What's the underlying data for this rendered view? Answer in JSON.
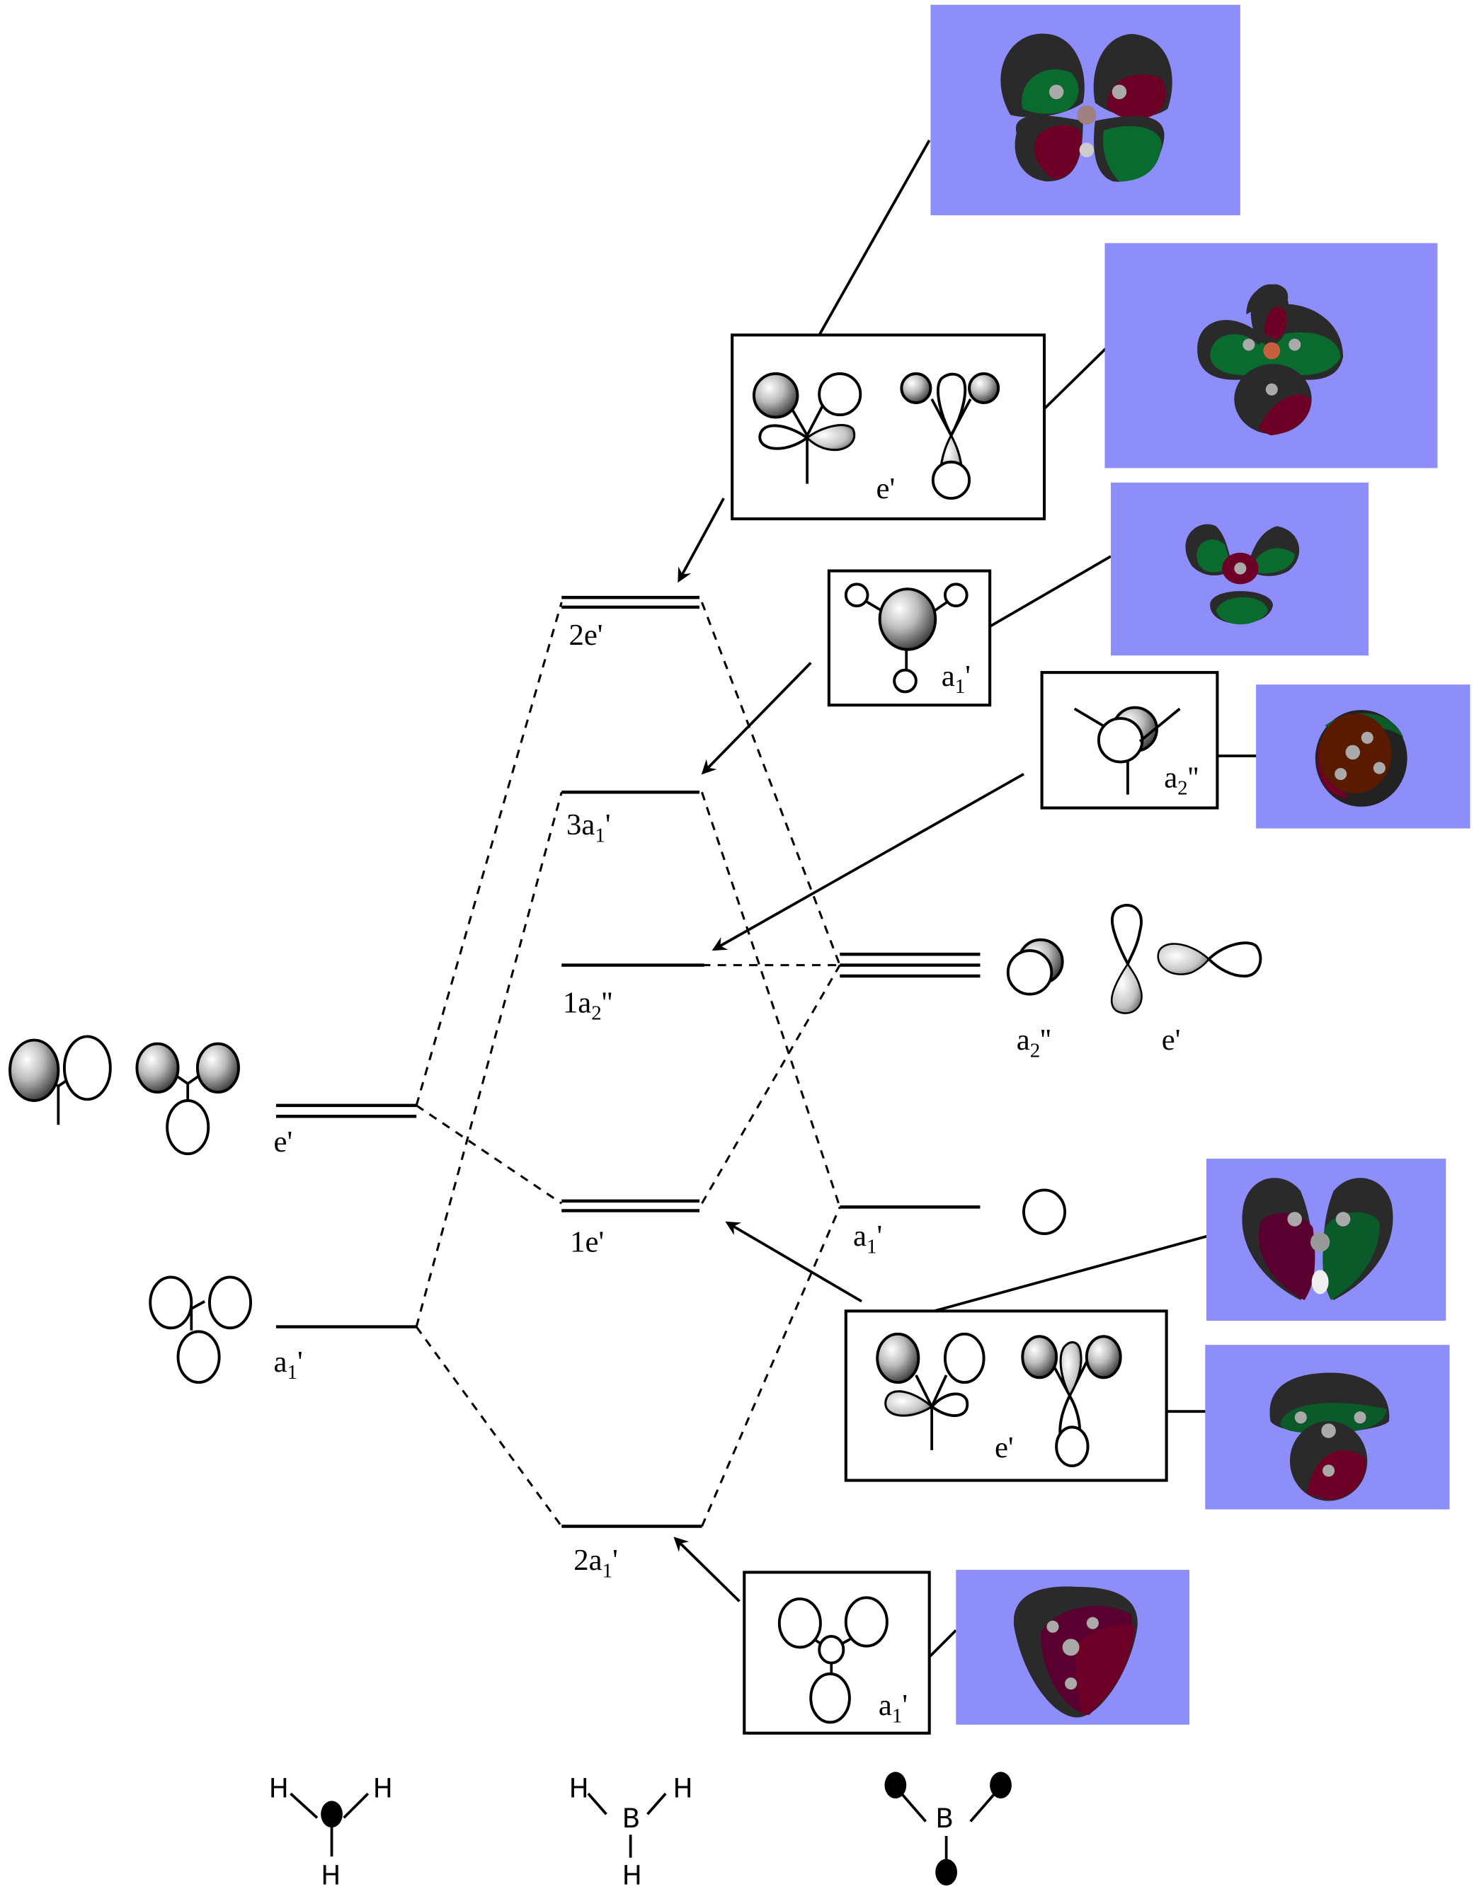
{
  "diagram": {
    "title": "BH3 molecular orbital diagram",
    "colors": {
      "render_background": "#8e8efb",
      "lobe_green": "#0a6b2e",
      "lobe_red": "#6e0028",
      "lobe_dark": "#2a2a2a"
    },
    "left_fragment": {
      "levels": [
        {
          "id": "h3-e",
          "label": "e'",
          "degeneracy": 2
        },
        {
          "id": "h3-a1",
          "label": "a",
          "sub": "1",
          "sup": "'",
          "degeneracy": 1
        }
      ]
    },
    "center_mos": {
      "levels": [
        {
          "id": "mo-2e",
          "label": "2e'",
          "degeneracy": 2
        },
        {
          "id": "mo-3a1",
          "label": "3a",
          "sub": "1",
          "sup": "'",
          "degeneracy": 1
        },
        {
          "id": "mo-1a2",
          "label": "1a",
          "sub": "2",
          "sup": "''",
          "degeneracy": 1
        },
        {
          "id": "mo-1e",
          "label": "1e'",
          "degeneracy": 2
        },
        {
          "id": "mo-2a1",
          "label": "2a",
          "sub": "1",
          "sup": "'",
          "degeneracy": 1
        }
      ]
    },
    "right_fragment": {
      "levels": [
        {
          "id": "b-p",
          "degeneracy": 3,
          "labels": [
            {
              "text": "a",
              "sub": "2",
              "sup": "''"
            },
            {
              "text": "e'"
            }
          ]
        },
        {
          "id": "b-s",
          "label": "a",
          "sub": "1",
          "sup": "'",
          "degeneracy": 1
        }
      ]
    },
    "boxes": {
      "e_top": {
        "label": "e'"
      },
      "a1_top": {
        "label": "a",
        "sub": "1",
        "sup": "'"
      },
      "a2": {
        "label": "a",
        "sub": "2",
        "sup": "''"
      },
      "e_bottom": {
        "label": "e'"
      },
      "a1_bottom": {
        "label": "a",
        "sub": "1",
        "sup": "'"
      }
    },
    "molecules": {
      "h3": {
        "atoms": [
          "H",
          "H",
          "H"
        ]
      },
      "bh3": {
        "center": "B",
        "atoms": [
          "H",
          "H",
          "H"
        ]
      },
      "b_only": {
        "center": "B"
      }
    }
  }
}
